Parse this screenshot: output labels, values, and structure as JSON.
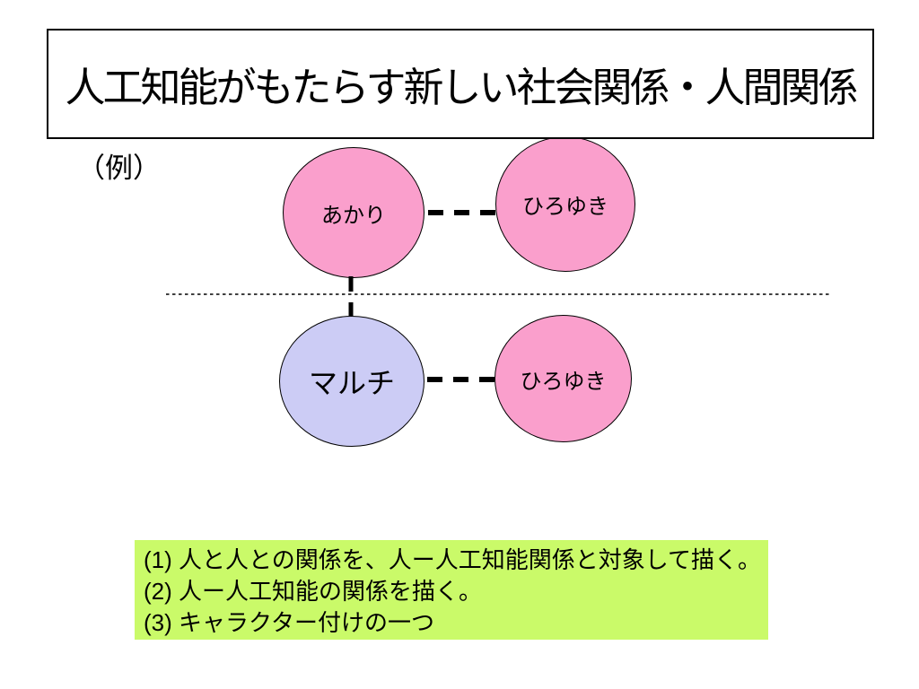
{
  "slide": {
    "title": "人工知能がもたらす新しい社会関係・人間関係",
    "example_label": "（例）"
  },
  "diagram": {
    "nodes": [
      {
        "id": "akari",
        "label": "あかり",
        "fill": "#FA9FCC"
      },
      {
        "id": "hiroyuki-top",
        "label": "ひろゆき",
        "fill": "#FA9FCC"
      },
      {
        "id": "multi",
        "label": "マルチ",
        "fill": "#CCCCF5"
      },
      {
        "id": "hiroyuki-bottom",
        "label": "ひろゆき",
        "fill": "#FA9FCC"
      }
    ],
    "edges": [
      {
        "from": "akari",
        "to": "hiroyuki-top",
        "style": "dashed"
      },
      {
        "from": "multi",
        "to": "hiroyuki-bottom",
        "style": "dashed"
      },
      {
        "from": "akari",
        "to": "multi",
        "style": "dashed"
      }
    ],
    "divider_style": "dotted"
  },
  "notes": {
    "background": "#CAFA69",
    "lines": [
      "(1) 人と人との関係を、人ー人工知能関係と対象して描く。",
      "(2) 人ー人工知能の関係を描く。",
      "(3) キャラクター付けの一つ"
    ]
  },
  "colors": {
    "node_pink": "#FA9FCC",
    "node_lavender": "#CCCCF5",
    "notes_green": "#CAFA69",
    "line_black": "#000000",
    "background": "#FFFFFF"
  }
}
